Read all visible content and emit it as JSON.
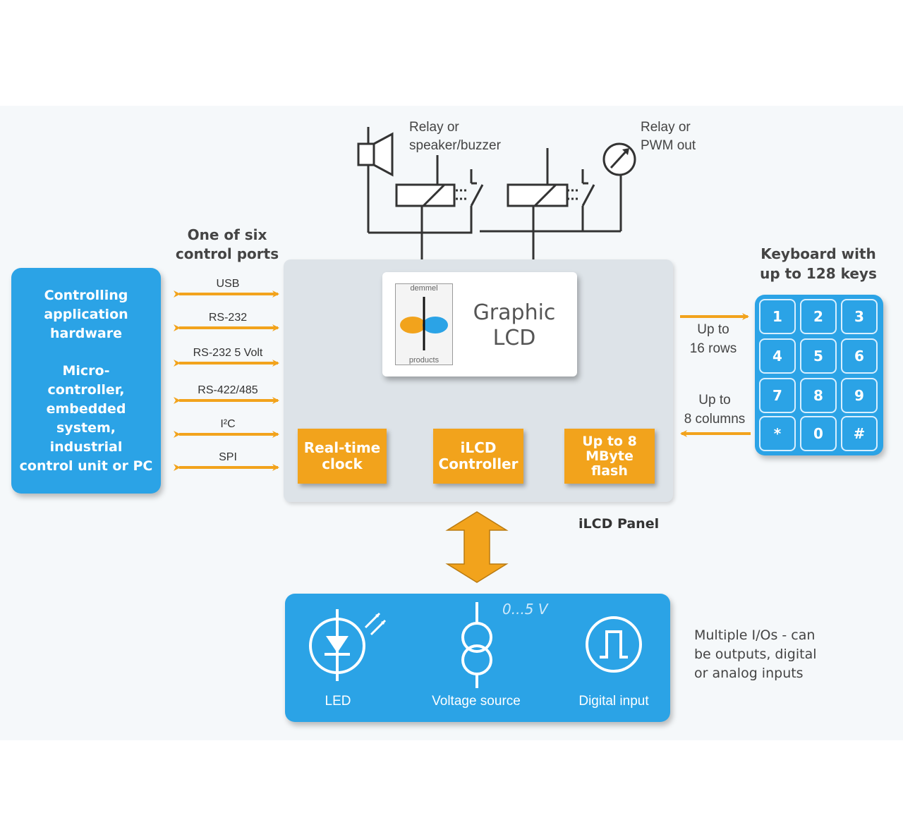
{
  "relays": {
    "left_label_1": "Relay or",
    "left_label_2": "speaker/buzzer",
    "right_label_1": "Relay or",
    "right_label_2": "PWM out"
  },
  "ports": {
    "heading_1": "One of six",
    "heading_2": "control ports",
    "items": [
      "USB",
      "RS-232",
      "RS-232 5 Volt",
      "RS-422/485",
      "I²C",
      "SPI"
    ]
  },
  "host": {
    "line1": "Controlling",
    "line2": "application",
    "line3": "hardware",
    "desc1": "Micro-",
    "desc2": "controller,",
    "desc3": "embedded",
    "desc4": "system,",
    "desc5": "industrial",
    "desc6": "control unit or PC"
  },
  "panel": {
    "label": "iLCD Panel",
    "lcd_line1": "Graphic",
    "lcd_line2": "LCD",
    "logo_top": "demmel",
    "logo_bottom": "products",
    "rtc_line1": "Real-time",
    "rtc_line2": "clock",
    "ctrl_line1": "iLCD",
    "ctrl_line2": "Controller",
    "flash_line1": "Up to 8",
    "flash_line2": "MByte",
    "flash_line3": "flash"
  },
  "keyboard": {
    "title_1": "Keyboard with",
    "title_2": "up to 128 keys",
    "rows_1": "Up to",
    "rows_2": "16 rows",
    "cols_1": "Up to",
    "cols_2": "8 columns",
    "keys": [
      "1",
      "2",
      "3",
      "4",
      "5",
      "6",
      "7",
      "8",
      "9",
      "*",
      "0",
      "#"
    ]
  },
  "io": {
    "led": "LED",
    "voltage": "Voltage source",
    "digital": "Digital input",
    "range": "0...5 V",
    "desc_1": "Multiple I/Os - can",
    "desc_2": "be outputs, digital",
    "desc_3": "or analog inputs"
  },
  "colors": {
    "blue": "#2ba3e6",
    "orange": "#f2a31c",
    "panel_grey": "#dde3e8"
  }
}
